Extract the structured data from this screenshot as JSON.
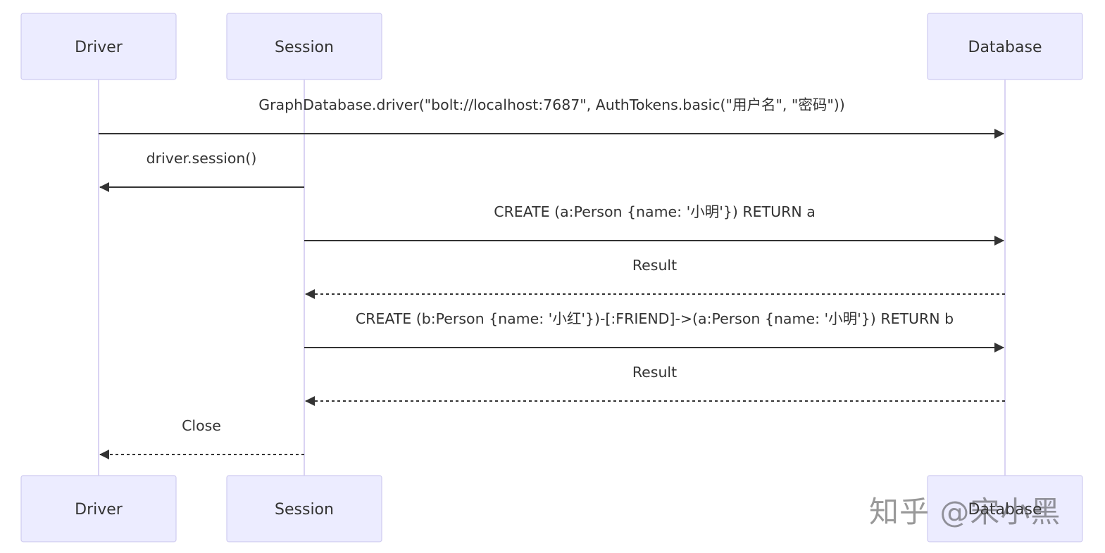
{
  "participants": [
    {
      "id": "driver",
      "label": "Driver"
    },
    {
      "id": "session",
      "label": "Session"
    },
    {
      "id": "database",
      "label": "Database"
    }
  ],
  "messages": [
    {
      "from": "driver",
      "to": "database",
      "label": "GraphDatabase.driver(\"bolt://localhost:7687\", AuthTokens.basic(\"用户名\", \"密码\"))",
      "style": "solid"
    },
    {
      "from": "session",
      "to": "driver",
      "label": "driver.session()",
      "style": "solid"
    },
    {
      "from": "session",
      "to": "database",
      "label": "CREATE (a:Person {name: '小明'}) RETURN a",
      "style": "solid"
    },
    {
      "from": "database",
      "to": "session",
      "label": "Result",
      "style": "dashed"
    },
    {
      "from": "session",
      "to": "database",
      "label": "CREATE (b:Person {name: '小红'})-[:FRIEND]->(a:Person {name: '小明'}) RETURN b",
      "style": "solid"
    },
    {
      "from": "database",
      "to": "session",
      "label": "Result",
      "style": "dashed"
    },
    {
      "from": "session",
      "to": "driver",
      "label": "Close",
      "style": "dashed"
    }
  ],
  "watermark": "知乎 @宋小黑",
  "colors": {
    "actor_fill": "#ececff",
    "actor_border": "#cfcbf0",
    "lifeline": "#d9d3f3",
    "line": "#333333",
    "text": "#333333"
  }
}
